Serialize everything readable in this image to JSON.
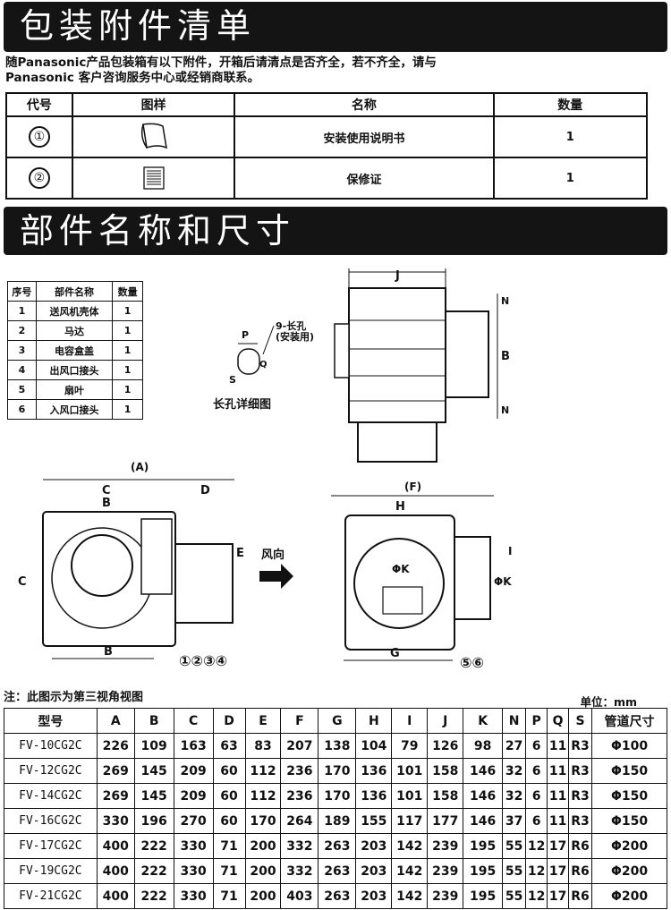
{
  "banner1": "包装附件清单",
  "banner2": "部件名称和尺寸",
  "intro": {
    "line1": "随Panasonic产品包装箱有以下附件，开箱后请清点是否齐全，若不齐全，请与",
    "line2": "Panasonic 客户咨询服务中心或经销商联系。"
  },
  "accessories": {
    "headers": [
      "代号",
      "图样",
      "名称",
      "数量"
    ],
    "rows": [
      {
        "code": "①",
        "icon": "manual-icon",
        "name": "安装使用说明书",
        "qty": "1"
      },
      {
        "code": "②",
        "icon": "warranty-card-icon",
        "name": "保修证",
        "qty": "1"
      }
    ]
  },
  "parts": {
    "headers": [
      "序号",
      "部件名称",
      "数量"
    ],
    "rows": [
      [
        "1",
        "送风机壳体",
        "1"
      ],
      [
        "2",
        "马达",
        "1"
      ],
      [
        "3",
        "电容盒盖",
        "1"
      ],
      [
        "4",
        "出风口接头",
        "1"
      ],
      [
        "5",
        "扇叶",
        "1"
      ],
      [
        "6",
        "入风口接头",
        "1"
      ]
    ]
  },
  "diagram": {
    "slot_title": "长孔详细图",
    "slot_label1": "9-长孔",
    "slot_label2": "(安装用)",
    "wind_label": "风向",
    "labels": {
      "A": "(A)",
      "F": "(F)",
      "B": "B",
      "C": "C",
      "D": "D",
      "E": "E",
      "G": "G",
      "H": "H",
      "I": "I",
      "J": "J",
      "N": "N",
      "K": "ΦK",
      "P": "P",
      "Q": "Q",
      "S": "S"
    },
    "callouts_left": "①②③④",
    "callouts_right": "⑤⑥"
  },
  "note": "注：此图示为第三视角视图",
  "unit": "单位：mm",
  "specs": {
    "headers": [
      "型号",
      "A",
      "B",
      "C",
      "D",
      "E",
      "F",
      "G",
      "H",
      "I",
      "J",
      "K",
      "N",
      "P",
      "Q",
      "S",
      "管道尺寸"
    ],
    "rows": [
      [
        "FV-10CG2C",
        "226",
        "109",
        "163",
        "63",
        "83",
        "207",
        "138",
        "104",
        "79",
        "126",
        "98",
        "27",
        "6",
        "11",
        "R3",
        "Φ100"
      ],
      [
        "FV-12CG2C",
        "269",
        "145",
        "209",
        "60",
        "112",
        "236",
        "170",
        "136",
        "101",
        "158",
        "146",
        "32",
        "6",
        "11",
        "R3",
        "Φ150"
      ],
      [
        "FV-14CG2C",
        "269",
        "145",
        "209",
        "60",
        "112",
        "236",
        "170",
        "136",
        "101",
        "158",
        "146",
        "32",
        "6",
        "11",
        "R3",
        "Φ150"
      ],
      [
        "FV-16CG2C",
        "330",
        "196",
        "270",
        "60",
        "170",
        "264",
        "189",
        "155",
        "117",
        "177",
        "146",
        "37",
        "6",
        "11",
        "R3",
        "Φ150"
      ],
      [
        "FV-17CG2C",
        "400",
        "222",
        "330",
        "71",
        "200",
        "332",
        "263",
        "203",
        "142",
        "239",
        "195",
        "55",
        "12",
        "17",
        "R6",
        "Φ200"
      ],
      [
        "FV-19CG2C",
        "400",
        "222",
        "330",
        "71",
        "200",
        "332",
        "263",
        "203",
        "142",
        "239",
        "195",
        "55",
        "12",
        "17",
        "R6",
        "Φ200"
      ],
      [
        "FV-21CG2C",
        "400",
        "222",
        "330",
        "71",
        "200",
        "403",
        "263",
        "203",
        "142",
        "239",
        "195",
        "55",
        "12",
        "17",
        "R6",
        "Φ200"
      ]
    ]
  }
}
